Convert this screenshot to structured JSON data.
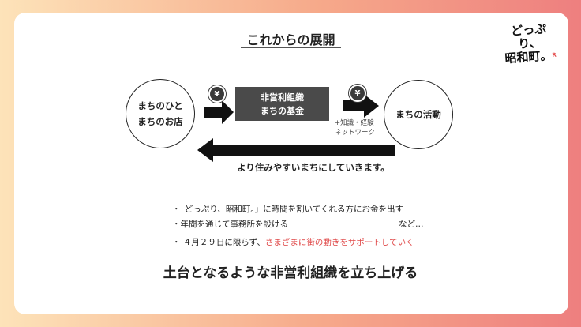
{
  "title": "これからの展開",
  "logo": {
    "line1": "どっぷり、",
    "line2": "昭和町。",
    "mark": "R"
  },
  "diagram": {
    "left_circle": {
      "line1": "まちのひと",
      "line2": "まちのお店"
    },
    "org_box": {
      "line1": "非営利組織",
      "line2": "まちの基金"
    },
    "right_circle": {
      "label": "まちの活動"
    },
    "yen_symbol": "¥",
    "extras": {
      "line1": "+知識・経験",
      "line2": "ネットワーク"
    },
    "return_label": "より住みやすいまちにしていきます。"
  },
  "bullets": [
    {
      "text": "・「どっぷり、昭和町。」に時間を割いてくれる方にお金を出す"
    },
    {
      "text": "・年間を通じて事務所を設ける",
      "suffix": "など…"
    },
    {
      "prefix": "・ ４月２９日に限らず、",
      "highlight": "さまざまに街の動きをサポートしていく"
    }
  ],
  "conclusion": "土台となるような非営利組織を立ち上げる",
  "colors": {
    "highlight": "#e04a4a",
    "box": "#4a4a4a",
    "arrow": "#111111"
  }
}
